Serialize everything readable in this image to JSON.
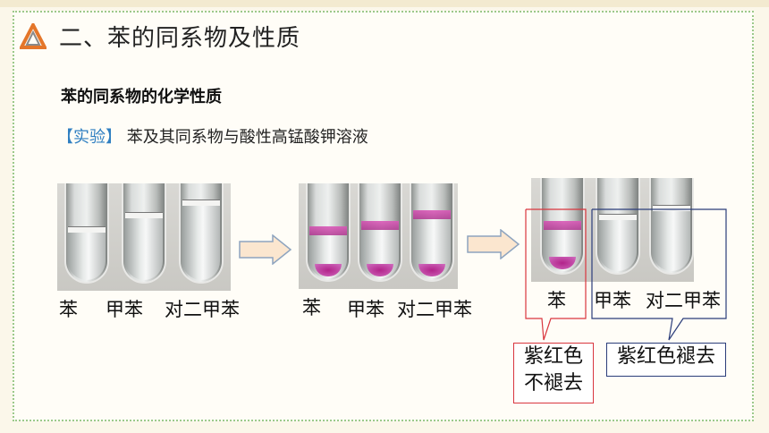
{
  "header": {
    "title": "二、苯的同系物及性质"
  },
  "section": {
    "subtitle": "苯的同系物的化学性质"
  },
  "experiment": {
    "tag": "【实验】",
    "text": "苯及其同系物与酸性高锰酸钾溶液"
  },
  "panels": [
    {
      "labels": [
        "苯",
        "甲苯",
        "对二甲苯"
      ]
    },
    {
      "labels": [
        "苯",
        "甲苯",
        "对二甲苯"
      ]
    },
    {
      "labels": [
        "苯",
        "甲苯",
        "对二甲苯"
      ]
    }
  ],
  "results": {
    "benzene_line1": "紫红色",
    "benzene_line2": "不褪去",
    "homologs": "紫红色褪去"
  },
  "colors": {
    "accent_blue": "#2f7fc1",
    "callout_red": "#d9363e",
    "callout_navy": "#2b3d7a",
    "border_green": "#9cc98a"
  }
}
